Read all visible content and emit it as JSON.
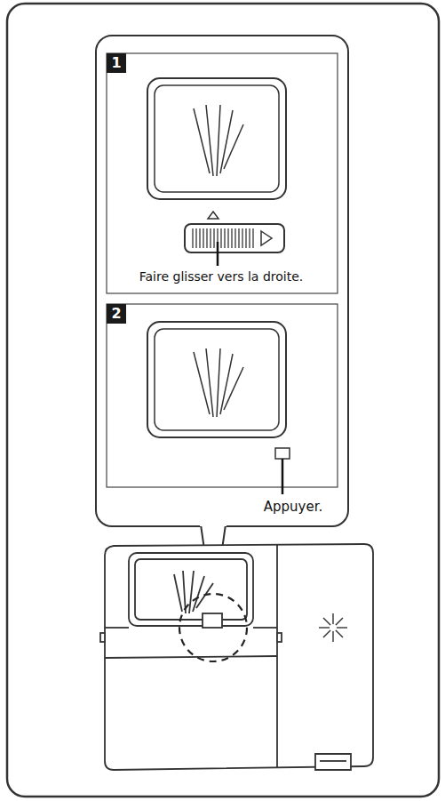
{
  "diagram": {
    "labels": [
      "1",
      "Faire glisser vers la droite.",
      "2",
      "Appuyer."
    ]
  }
}
